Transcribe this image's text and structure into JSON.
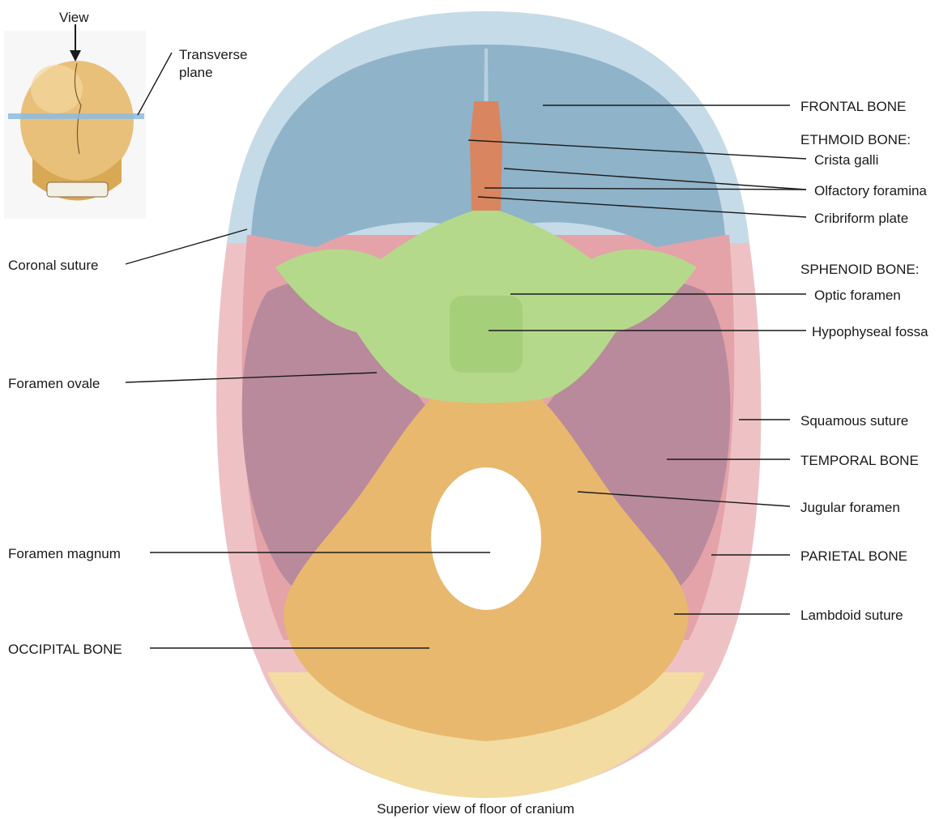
{
  "inset": {
    "view_label": "View",
    "plane_label_line1": "Transverse",
    "plane_label_line2": "plane"
  },
  "labels": {
    "frontal_bone": "FRONTAL BONE",
    "ethmoid_bone": "ETHMOID BONE:",
    "crista_galli": "Crista galli",
    "olfactory_foramina": "Olfactory foramina",
    "cribriform_plate": "Cribriform plate",
    "sphenoid_bone": "SPHENOID BONE:",
    "optic_foramen": "Optic foramen",
    "hypophyseal_fossa": "Hypophyseal fossa",
    "squamous_suture": "Squamous suture",
    "temporal_bone": "TEMPORAL BONE",
    "jugular_foramen": "Jugular foramen",
    "parietal_bone": "PARIETAL BONE",
    "lambdoid_suture": "Lambdoid suture",
    "coronal_suture": "Coronal suture",
    "foramen_ovale": "Foramen ovale",
    "foramen_magnum": "Foramen magnum",
    "occipital_bone": "OCCIPITAL BONE"
  },
  "caption": "Superior view of floor of cranium",
  "colors": {
    "frontal": "#8fb3c9",
    "ethmoid": "#d9855f",
    "sphenoid": "#b5d98a",
    "temporal": "#b88a9c",
    "parietal": "#e3a3a8",
    "occipital": "#e8b86e",
    "cortex_frontal": "#c5dbe8",
    "cortex_parietal": "#eec2c5",
    "cortex_occipital": "#f2dca2",
    "skull_inset": "#e8c07a"
  }
}
